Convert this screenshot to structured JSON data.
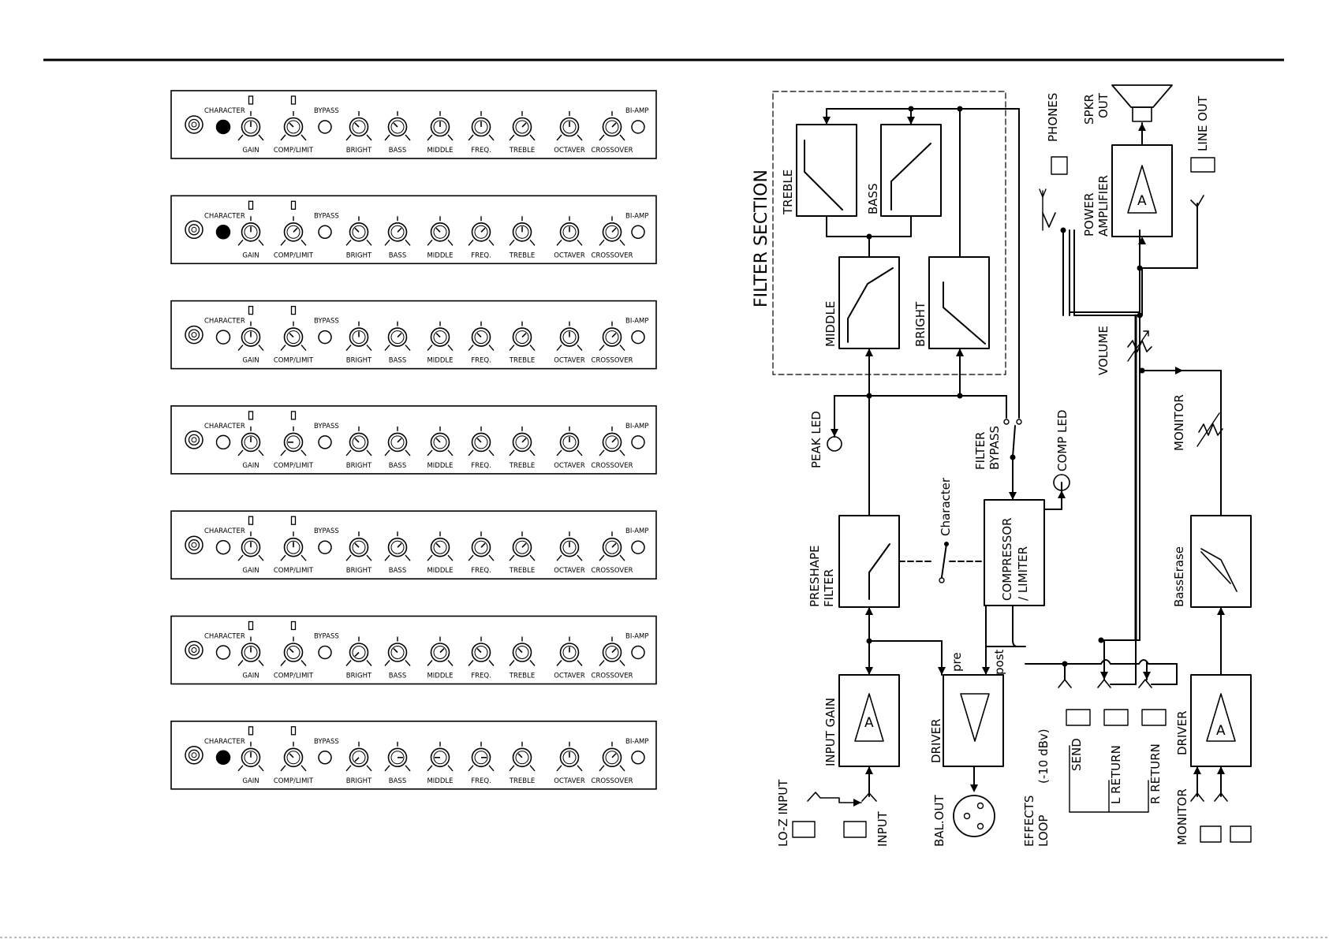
{
  "panel": {
    "knob_labels": [
      "GAIN",
      "COMP/LIMIT",
      "BRIGHT",
      "BASS",
      "MIDDLE",
      "FREQ.",
      "TREBLE",
      "OCTAVER",
      "CROSSOVER"
    ],
    "character": "CHARACTER",
    "bypass": "BYPASS",
    "biamp": "BI-AMP",
    "presets": [
      {
        "character_on": true,
        "angles": [
          0,
          -45,
          -45,
          -45,
          0,
          0,
          45,
          0,
          45
        ]
      },
      {
        "character_on": true,
        "angles": [
          0,
          45,
          -45,
          45,
          -45,
          45,
          0,
          0,
          45
        ]
      },
      {
        "character_on": false,
        "angles": [
          0,
          -45,
          0,
          45,
          -45,
          -45,
          45,
          0,
          45
        ]
      },
      {
        "character_on": false,
        "angles": [
          0,
          -90,
          -45,
          45,
          -45,
          -45,
          45,
          0,
          45
        ]
      },
      {
        "character_on": false,
        "angles": [
          0,
          0,
          -45,
          45,
          -45,
          45,
          45,
          0,
          45
        ]
      },
      {
        "character_on": false,
        "angles": [
          0,
          -45,
          -135,
          -45,
          45,
          -45,
          -45,
          0,
          45
        ]
      },
      {
        "character_on": true,
        "angles": [
          0,
          -45,
          -135,
          90,
          -90,
          90,
          -45,
          0,
          45
        ]
      }
    ]
  },
  "diagram": {
    "filter_section": "FILTER SECTION",
    "treble": "TREBLE",
    "bass": "BASS",
    "middle": "MIDDLE",
    "bright": "BRIGHT",
    "peak_led": "PEAK LED",
    "filter_bypass_1": "FILTER",
    "filter_bypass_2": "BYPASS",
    "comp_led": "COMP LED",
    "character": "Character",
    "preshape_1": "PRESHAPE",
    "preshape_2": "FILTER",
    "compressor_1": "COMPRESSOR",
    "compressor_2": "/ LIMITER",
    "input_gain": "INPUT GAIN",
    "amp_symbol": "A",
    "driver": "DRIVER",
    "pre": "pre",
    "post": "post",
    "bal_out": "BAL.OUT",
    "lo_z_input": "LO-Z INPUT",
    "input": "INPUT",
    "effects_loop_1": "EFFECTS",
    "effects_loop_2": "LOOP",
    "effects_level": "(-10 dBv)",
    "send": "SEND",
    "l_return": "L RETURN",
    "r_return": "R RETURN",
    "phones": "PHONES",
    "spkr_out_1": "SPKR",
    "spkr_out_2": "OUT",
    "line_out": "LINE OUT",
    "power_amp_1": "POWER",
    "power_amp_2": "AMPLIFIER",
    "volume": "VOLUME",
    "monitor": "MONITOR",
    "basserase": "BassErase",
    "monitor_in": "MONITOR"
  }
}
